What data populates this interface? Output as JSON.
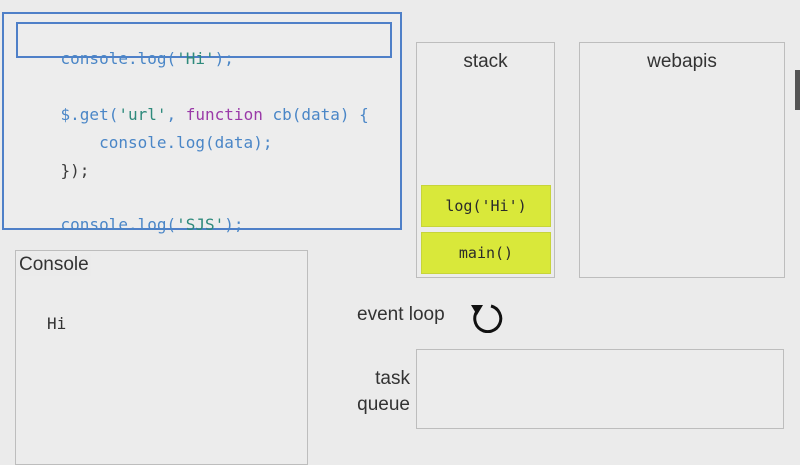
{
  "code": {
    "line1": [
      "console.log(",
      "'Hi'",
      ");"
    ],
    "line2": [
      "$.get(",
      "'url'",
      ", ",
      "function",
      " cb(data) {"
    ],
    "line3": [
      "    console.log(data);"
    ],
    "line4": [
      "});"
    ],
    "line5": [
      "console.log(",
      "'SJS'",
      ");"
    ]
  },
  "stack": {
    "title": "stack",
    "frames": [
      "log('Hi')",
      "main()"
    ]
  },
  "webapis": {
    "title": "webapis"
  },
  "console": {
    "title": "Console",
    "output": "Hi"
  },
  "event_loop": {
    "label": "event loop",
    "icon": "circular-arrow-icon"
  },
  "task_queue": {
    "label_line1": "task",
    "label_line2": "queue"
  },
  "colors": {
    "accent_blue": "#4f80c8",
    "frame_yellow": "#d9e83a",
    "keyword_purple": "#9a3aa8",
    "string_teal": "#2e8a7c"
  }
}
